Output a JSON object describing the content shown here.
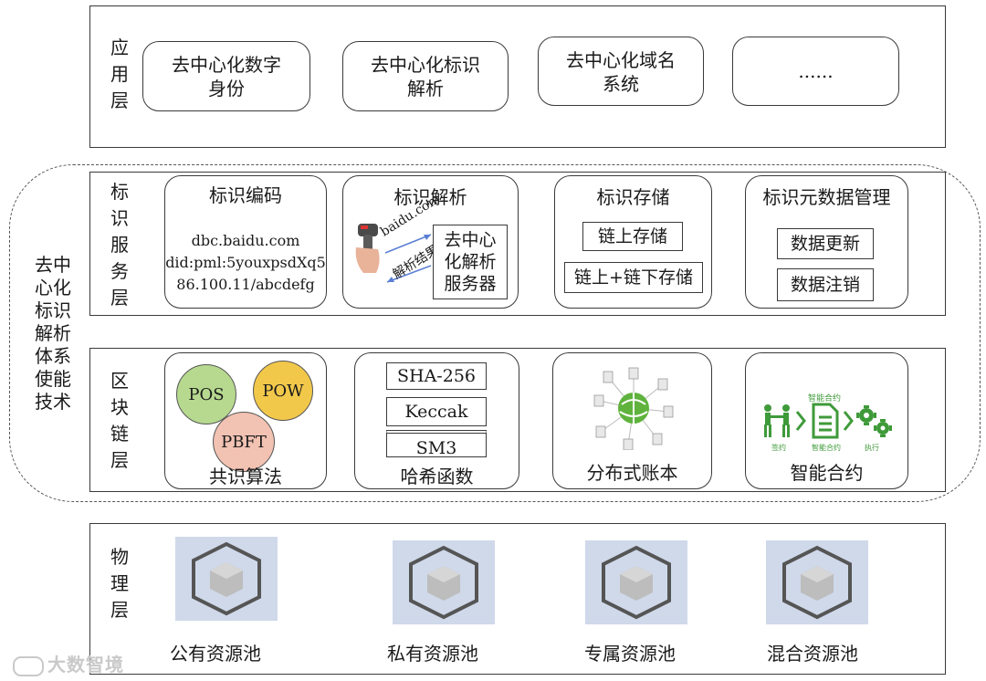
{
  "app_layer": {
    "label": "应\n用\n层",
    "cards": [
      "去中心化数字\n身份",
      "去中心化标识\n解析",
      "去中心化域名\n系统",
      "......"
    ]
  },
  "enabling_label": "去中\n心化\n标识\n解析\n体系\n使能\n技术",
  "service_layer": {
    "label": "标\n识\n服\n务\n层",
    "encoding": {
      "title": "标识编码",
      "lines": [
        "dbc.baidu.com",
        "did:pml:5youxpsdXq5",
        "86.100.11/abcdefg"
      ]
    },
    "resolution": {
      "title": "标识解析",
      "query_text": "baidu.com",
      "result_text": "解析结果",
      "server": "去中心\n化解析\n服务器"
    },
    "storage": {
      "title": "标识存储",
      "items": [
        "链上存储",
        "链上+链下存储"
      ]
    },
    "metadata": {
      "title": "标识元数据管理",
      "items": [
        "数据更新",
        "数据注销"
      ]
    }
  },
  "blockchain_layer": {
    "label": "区\n块\n链\n层",
    "consensus": {
      "caption": "共识算法",
      "items": [
        "POS",
        "POW",
        "PBFT"
      ]
    },
    "hash": {
      "caption": "哈希函数",
      "items": [
        "SHA-256",
        "Keccak",
        "SM3"
      ]
    },
    "ledger": {
      "caption": "分布式账本"
    },
    "contract": {
      "caption": "智能合约",
      "tiny_top": "智能合约",
      "tiny_labels": [
        "签约",
        "智能合约",
        "执行"
      ]
    }
  },
  "physical_layer": {
    "label": "物\n理\n层",
    "pools": [
      "公有资源池",
      "私有资源池",
      "专属资源池",
      "混合资源池"
    ]
  },
  "watermark": "大数智境",
  "colors": {
    "consensus_green": "#b6d98f",
    "consensus_yellow": "#f2c84b",
    "consensus_pink": "#f2c2b2",
    "ledger_green": "#5fb33d",
    "contract_green": "#3f9a3a",
    "cube_bg": "#cfd9ea"
  }
}
